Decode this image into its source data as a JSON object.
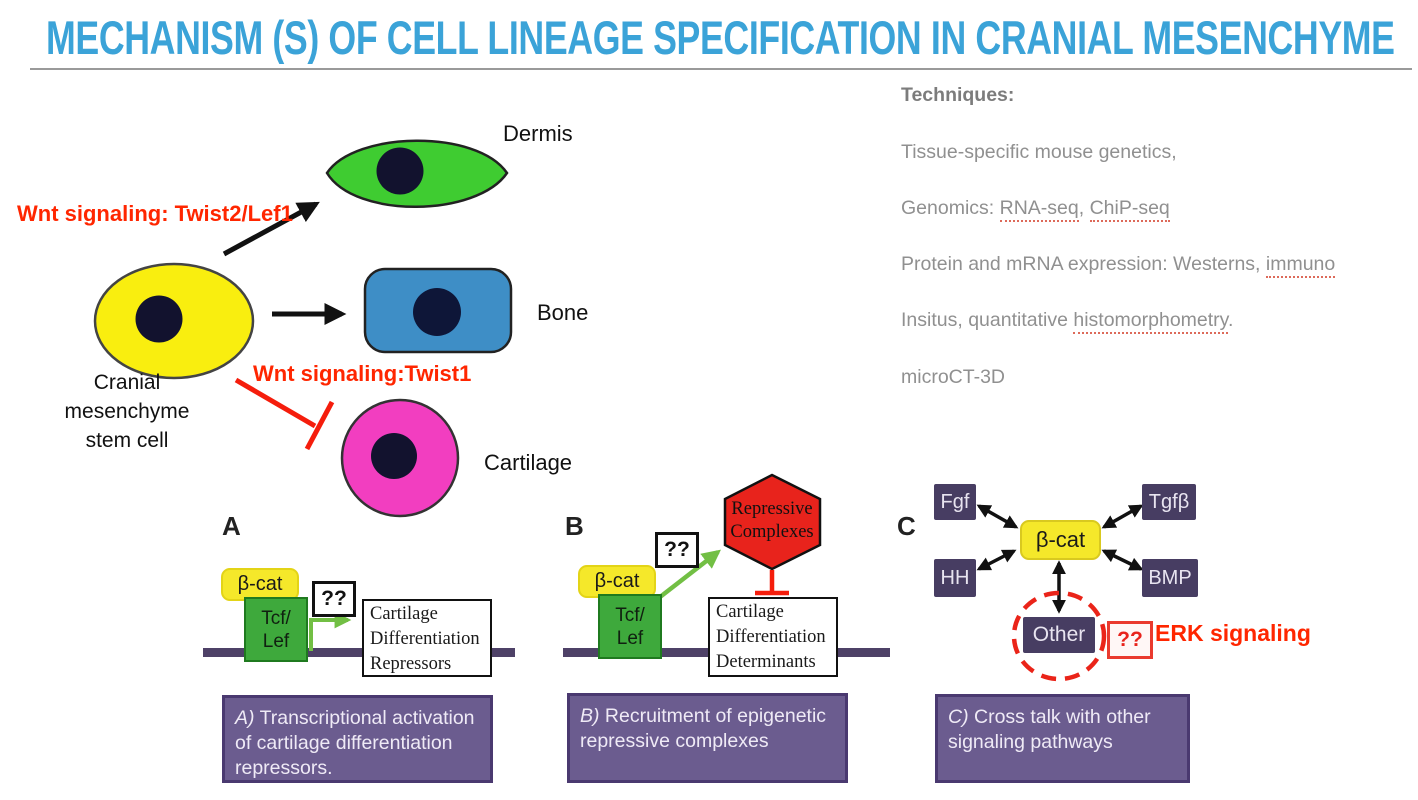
{
  "slide": {
    "title": "MECHANISM (S) OF CELL LINEAGE SPECIFICATION IN CRANIAL MESENCHYME"
  },
  "colors": {
    "title_blue": "#3BA3D8",
    "label_red": "#FF2600",
    "techniques_gray": "#909090",
    "stem_cell_yellow": "#F9EE0F",
    "dermis_green": "#3FCC31",
    "bone_blue": "#3E8EC6",
    "cartilage_pink": "#F23EC0",
    "nucleus_navy": "#12122E",
    "dna_purple": "#4E4167",
    "caption_purple": "#6B5C8F",
    "node_purple": "#473D62",
    "beta_cat_yellow": "#F5E82A",
    "tcf_lef_green": "#3EA93C",
    "hexagon_red": "#E8231C",
    "activation_green": "#72BF44"
  },
  "techniques": {
    "heading": "Techniques:",
    "line1": "Tissue-specific mouse genetics,",
    "line2_pre": "Genomics: ",
    "line2_u1": "RNA-seq",
    "line2_mid": ", ",
    "line2_u2": "ChiP-seq",
    "line3_pre": "Protein and mRNA expression: Westerns, ",
    "line3_u1": "immuno",
    "line4_pre": "Insitus,  quantitative ",
    "line4_u1": "histomorphometry",
    "line4_post": ".",
    "line5": "microCT-3D"
  },
  "lineage": {
    "stem": [
      "Cranial",
      "mesenchyme",
      "stem cell"
    ],
    "dermis": "Dermis",
    "bone": "Bone",
    "cartilage": "Cartilage",
    "wnt_dermis": "Wnt signaling: Twist2/Lef1",
    "wnt_cartilage": "Wnt signaling:Twist1"
  },
  "panel_a": {
    "letter": "A",
    "beta_cat": "β-cat",
    "tcf": "Tcf/",
    "lef": "Lef",
    "question": "??",
    "target": [
      "Cartilage",
      "Differentiation",
      "Repressors"
    ],
    "caption_prefix": "A)",
    "caption": " Transcriptional activation of cartilage differentiation repressors."
  },
  "panel_b": {
    "letter": "B",
    "beta_cat": "β-cat",
    "tcf": "Tcf/",
    "lef": "Lef",
    "question": "??",
    "hexagon": [
      "Repressive",
      "Complexes"
    ],
    "target": [
      "Cartilage",
      "Differentiation",
      "Determinants"
    ],
    "caption_prefix": "B)",
    "caption": " Recruitment of epigenetic repressive complexes"
  },
  "panel_c": {
    "letter": "C",
    "fgf": "Fgf",
    "hh": "HH",
    "tgfb": "Tgfβ",
    "bmp": "BMP",
    "beta_cat": "β-cat",
    "other": "Other",
    "question": "??",
    "erk": "ERK signaling",
    "caption_prefix": "C)",
    "caption": " Cross talk with other signaling pathways"
  }
}
